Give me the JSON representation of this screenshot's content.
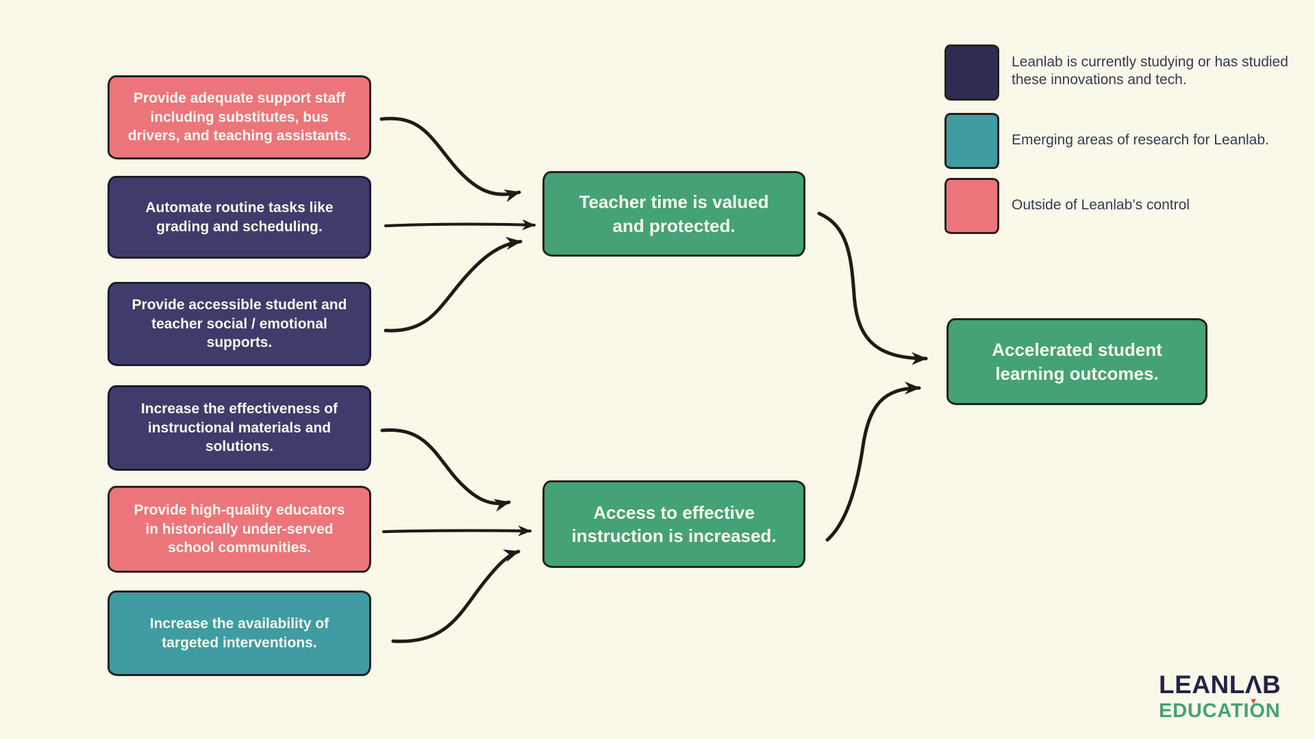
{
  "diagram_title": "Leanlab theory of change flow diagram",
  "palette": {
    "background": "#FAF8E9",
    "pink": "#EC757B",
    "navy_box": "#3D3C6A",
    "navy_legend": "#2E2C52",
    "teal": "#3E9CA2",
    "green": "#44A276",
    "ink": "#1D1C17",
    "box_text": "#FCFAEE",
    "legend_text": "#343A53",
    "logo_navy": "#24214A",
    "logo_green": "#43A276",
    "logo_red": "#E2493F"
  },
  "flow": {
    "inputs": [
      {
        "label": "Provide adequate support staff including substitutes, bus drivers, and teaching assistants.",
        "category": "outside-of-control"
      },
      {
        "label": "Automate routine tasks like grading and scheduling.",
        "category": "studied"
      },
      {
        "label": "Provide accessible student and teacher social / emotional supports.",
        "category": "studied"
      },
      {
        "label": "Increase the effectiveness of instructional materials and solutions.",
        "category": "studied"
      },
      {
        "label": "Provide high-quality educators in historically under-served school communities.",
        "category": "outside-of-control"
      },
      {
        "label": "Increase the availability of targeted interventions.",
        "category": "emerging"
      }
    ],
    "intermediate_outcomes": [
      {
        "label": "Teacher time is valued and protected."
      },
      {
        "label": "Access to effective instruction is increased."
      }
    ],
    "final_outcome": {
      "label": "Accelerated student learning outcomes."
    }
  },
  "legend": {
    "items": [
      {
        "label": "Leanlab is currently studying or has studied these innovations and tech.",
        "color": "#2E2C52"
      },
      {
        "label": "Emerging areas of research for Leanlab.",
        "color": "#3E9CA2"
      },
      {
        "label": "Outside of Leanlab’s control",
        "color": "#EC757B"
      }
    ]
  },
  "logo": {
    "wordmark_top_left": "LEANL",
    "wordmark_lambda": "Λ",
    "wordmark_top_right": "B",
    "accent_glyph": "▼",
    "wordmark_bottom": "EDUCATION"
  }
}
